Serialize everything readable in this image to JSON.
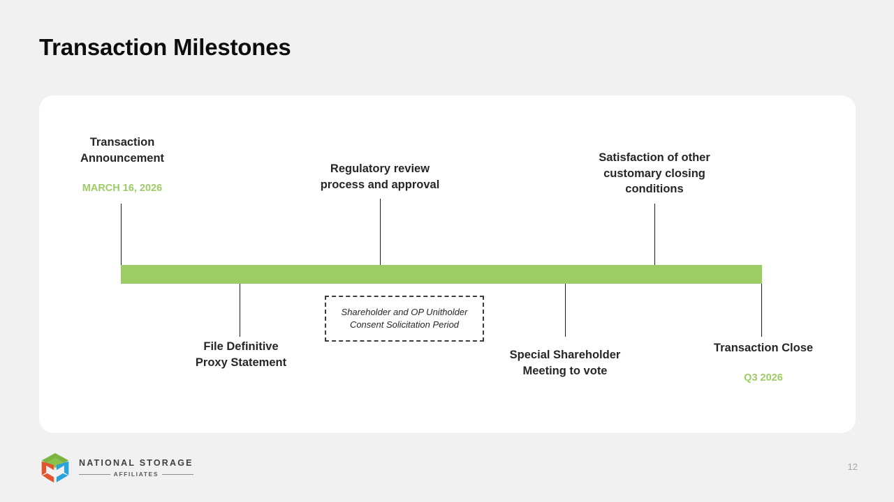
{
  "slide": {
    "title": "Transaction Milestones",
    "page_number": "12",
    "accent_green": "#9ccc65",
    "background": "#f1f1f1",
    "card_background": "#ffffff"
  },
  "timeline": {
    "bar_color": "#9ccc65",
    "milestones_above": [
      {
        "label": "Transaction\nAnnouncement",
        "date": "MARCH 16, 2026",
        "has_date": true
      },
      {
        "label": "Regulatory review\nprocess and approval",
        "date": "",
        "has_date": false
      },
      {
        "label": "Satisfaction of other\ncustomary closing\nconditions",
        "date": "",
        "has_date": false
      }
    ],
    "milestones_below": [
      {
        "label": "File Definitive\nProxy Statement",
        "date": "",
        "has_date": false
      },
      {
        "label": "Special Shareholder\nMeeting to vote",
        "date": "",
        "has_date": false
      },
      {
        "label": "Transaction Close",
        "date": "Q3 2026",
        "has_date": true
      }
    ],
    "period_box": {
      "text": "Shareholder and OP Unitholder\nConsent Solicitation Period"
    }
  },
  "footer": {
    "logo_title": "NATIONAL STORAGE",
    "logo_subtitle": "AFFILIATES",
    "logo_colors": {
      "green": "#7cb342",
      "orange": "#e0542e",
      "blue": "#29a3dc"
    }
  }
}
